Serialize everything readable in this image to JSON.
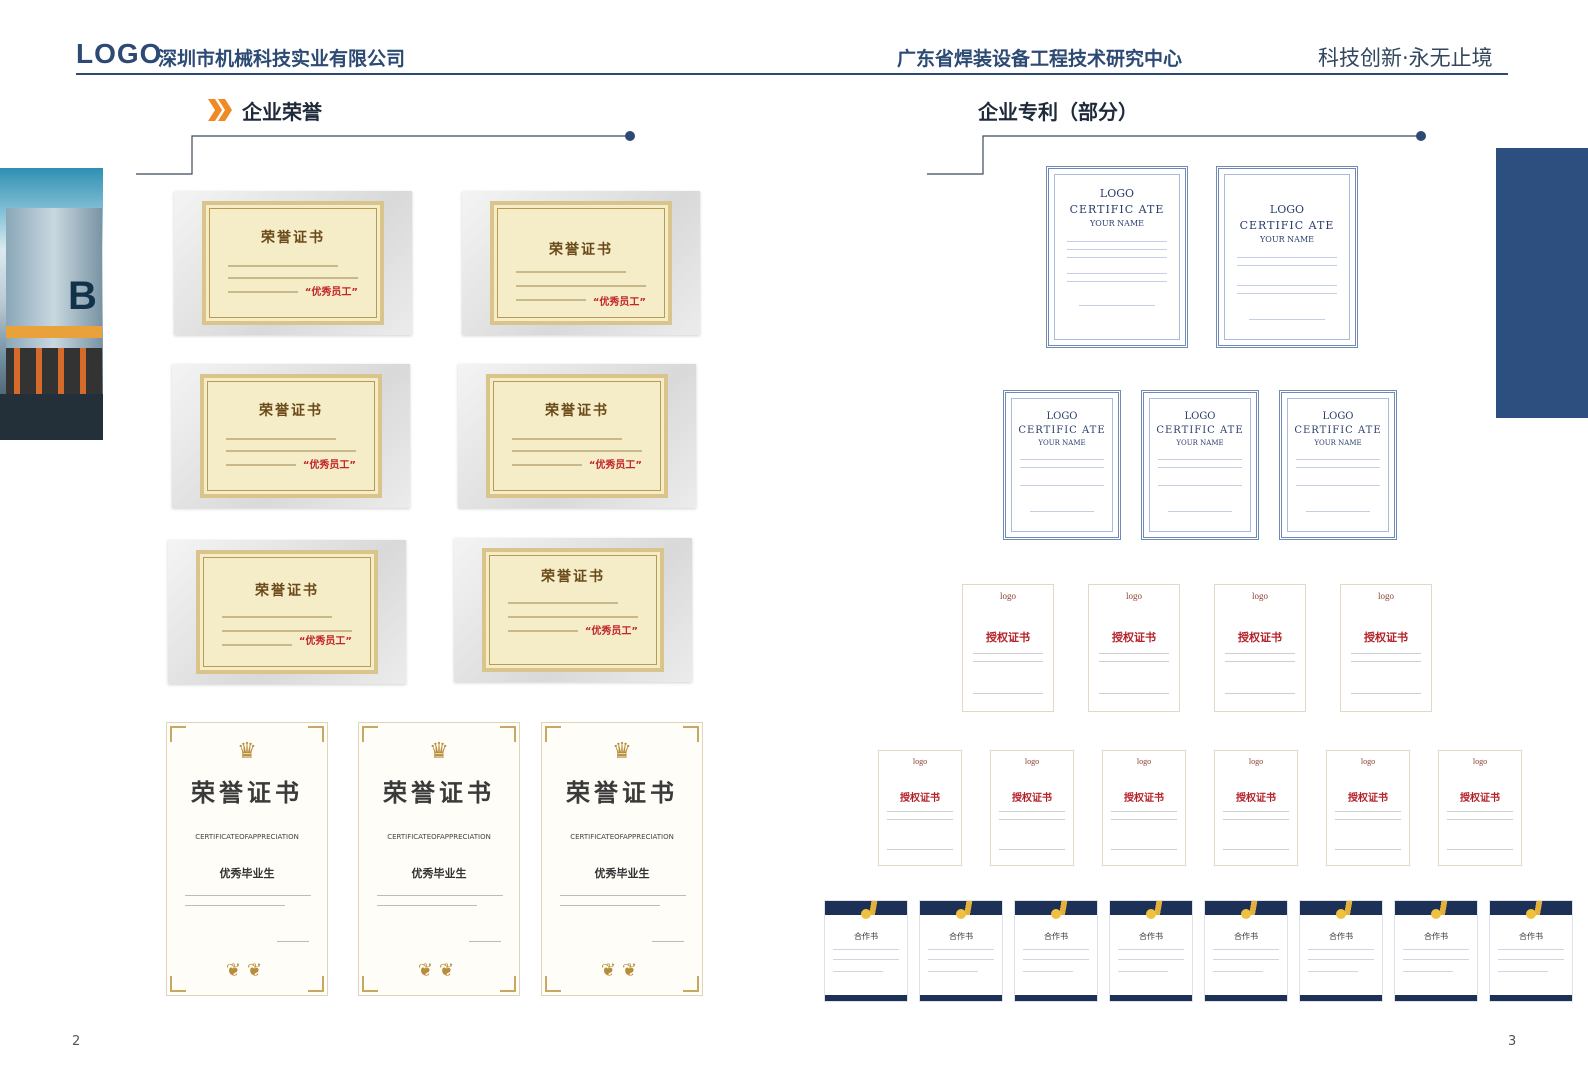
{
  "header": {
    "logo": "LOGO",
    "company": "深圳市机械科技实业有限公司",
    "center": "广东省焊装设备工程技术研究中心",
    "slogan": "科技创新·永无止境"
  },
  "left": {
    "section_title": "企业荣誉",
    "honor_certificates": [
      {
        "title": "荣誉证书",
        "award": "“优秀员工”"
      },
      {
        "title": "荣誉证书",
        "award": "“优秀员工”"
      },
      {
        "title": "荣誉证书",
        "award": "“优秀员工”"
      },
      {
        "title": "荣誉证书",
        "award": "“优秀员工”"
      },
      {
        "title": "荣誉证书",
        "award": "“优秀员工”"
      },
      {
        "title": "荣誉证书",
        "award": "“优秀员工”"
      }
    ],
    "appreciation_certificates": [
      {
        "title": "荣誉证书",
        "subtitle": "CERTIFICATEOFAPPRECIATION",
        "award": "优秀毕业生"
      },
      {
        "title": "荣誉证书",
        "subtitle": "CERTIFICATEOFAPPRECIATION",
        "award": "优秀毕业生"
      },
      {
        "title": "荣誉证书",
        "subtitle": "CERTIFICATEOFAPPRECIATION",
        "award": "优秀毕业生"
      }
    ]
  },
  "right": {
    "section_title": "企业专利（部分）",
    "blue_certificates": [
      {
        "logo": "LOGO",
        "title": "CERTIFIC ATE",
        "name": "YOUR NAME"
      },
      {
        "logo": "LOGO",
        "title": "CERTIFIC ATE",
        "name": "YOUR NAME"
      },
      {
        "logo": "LOGO",
        "title": "CERTIFIC ATE",
        "name": "YOUR NAME"
      },
      {
        "logo": "LOGO",
        "title": "CERTIFIC ATE",
        "name": "YOUR NAME"
      },
      {
        "logo": "LOGO",
        "title": "CERTIFIC ATE",
        "name": "YOUR NAME"
      }
    ],
    "grant_certificates_row1": [
      {
        "logo": "logo",
        "title": "授权证书"
      },
      {
        "logo": "logo",
        "title": "授权证书"
      },
      {
        "logo": "logo",
        "title": "授权证书"
      },
      {
        "logo": "logo",
        "title": "授权证书"
      }
    ],
    "grant_certificates_row2": [
      {
        "logo": "logo",
        "title": "授权证书"
      },
      {
        "logo": "logo",
        "title": "授权证书"
      },
      {
        "logo": "logo",
        "title": "授权证书"
      },
      {
        "logo": "logo",
        "title": "授权证书"
      },
      {
        "logo": "logo",
        "title": "授权证书"
      },
      {
        "logo": "logo",
        "title": "授权证书"
      }
    ],
    "navy_certificates": [
      "合作书",
      "合作书",
      "合作书",
      "合作书",
      "合作书",
      "合作书",
      "合作书",
      "合作书"
    ]
  },
  "page_numbers": {
    "left": "2",
    "right": "3"
  },
  "colors": {
    "brand_blue": "#2c4a73",
    "accent_orange": "#f08a24",
    "award_red": "#c2252a"
  }
}
